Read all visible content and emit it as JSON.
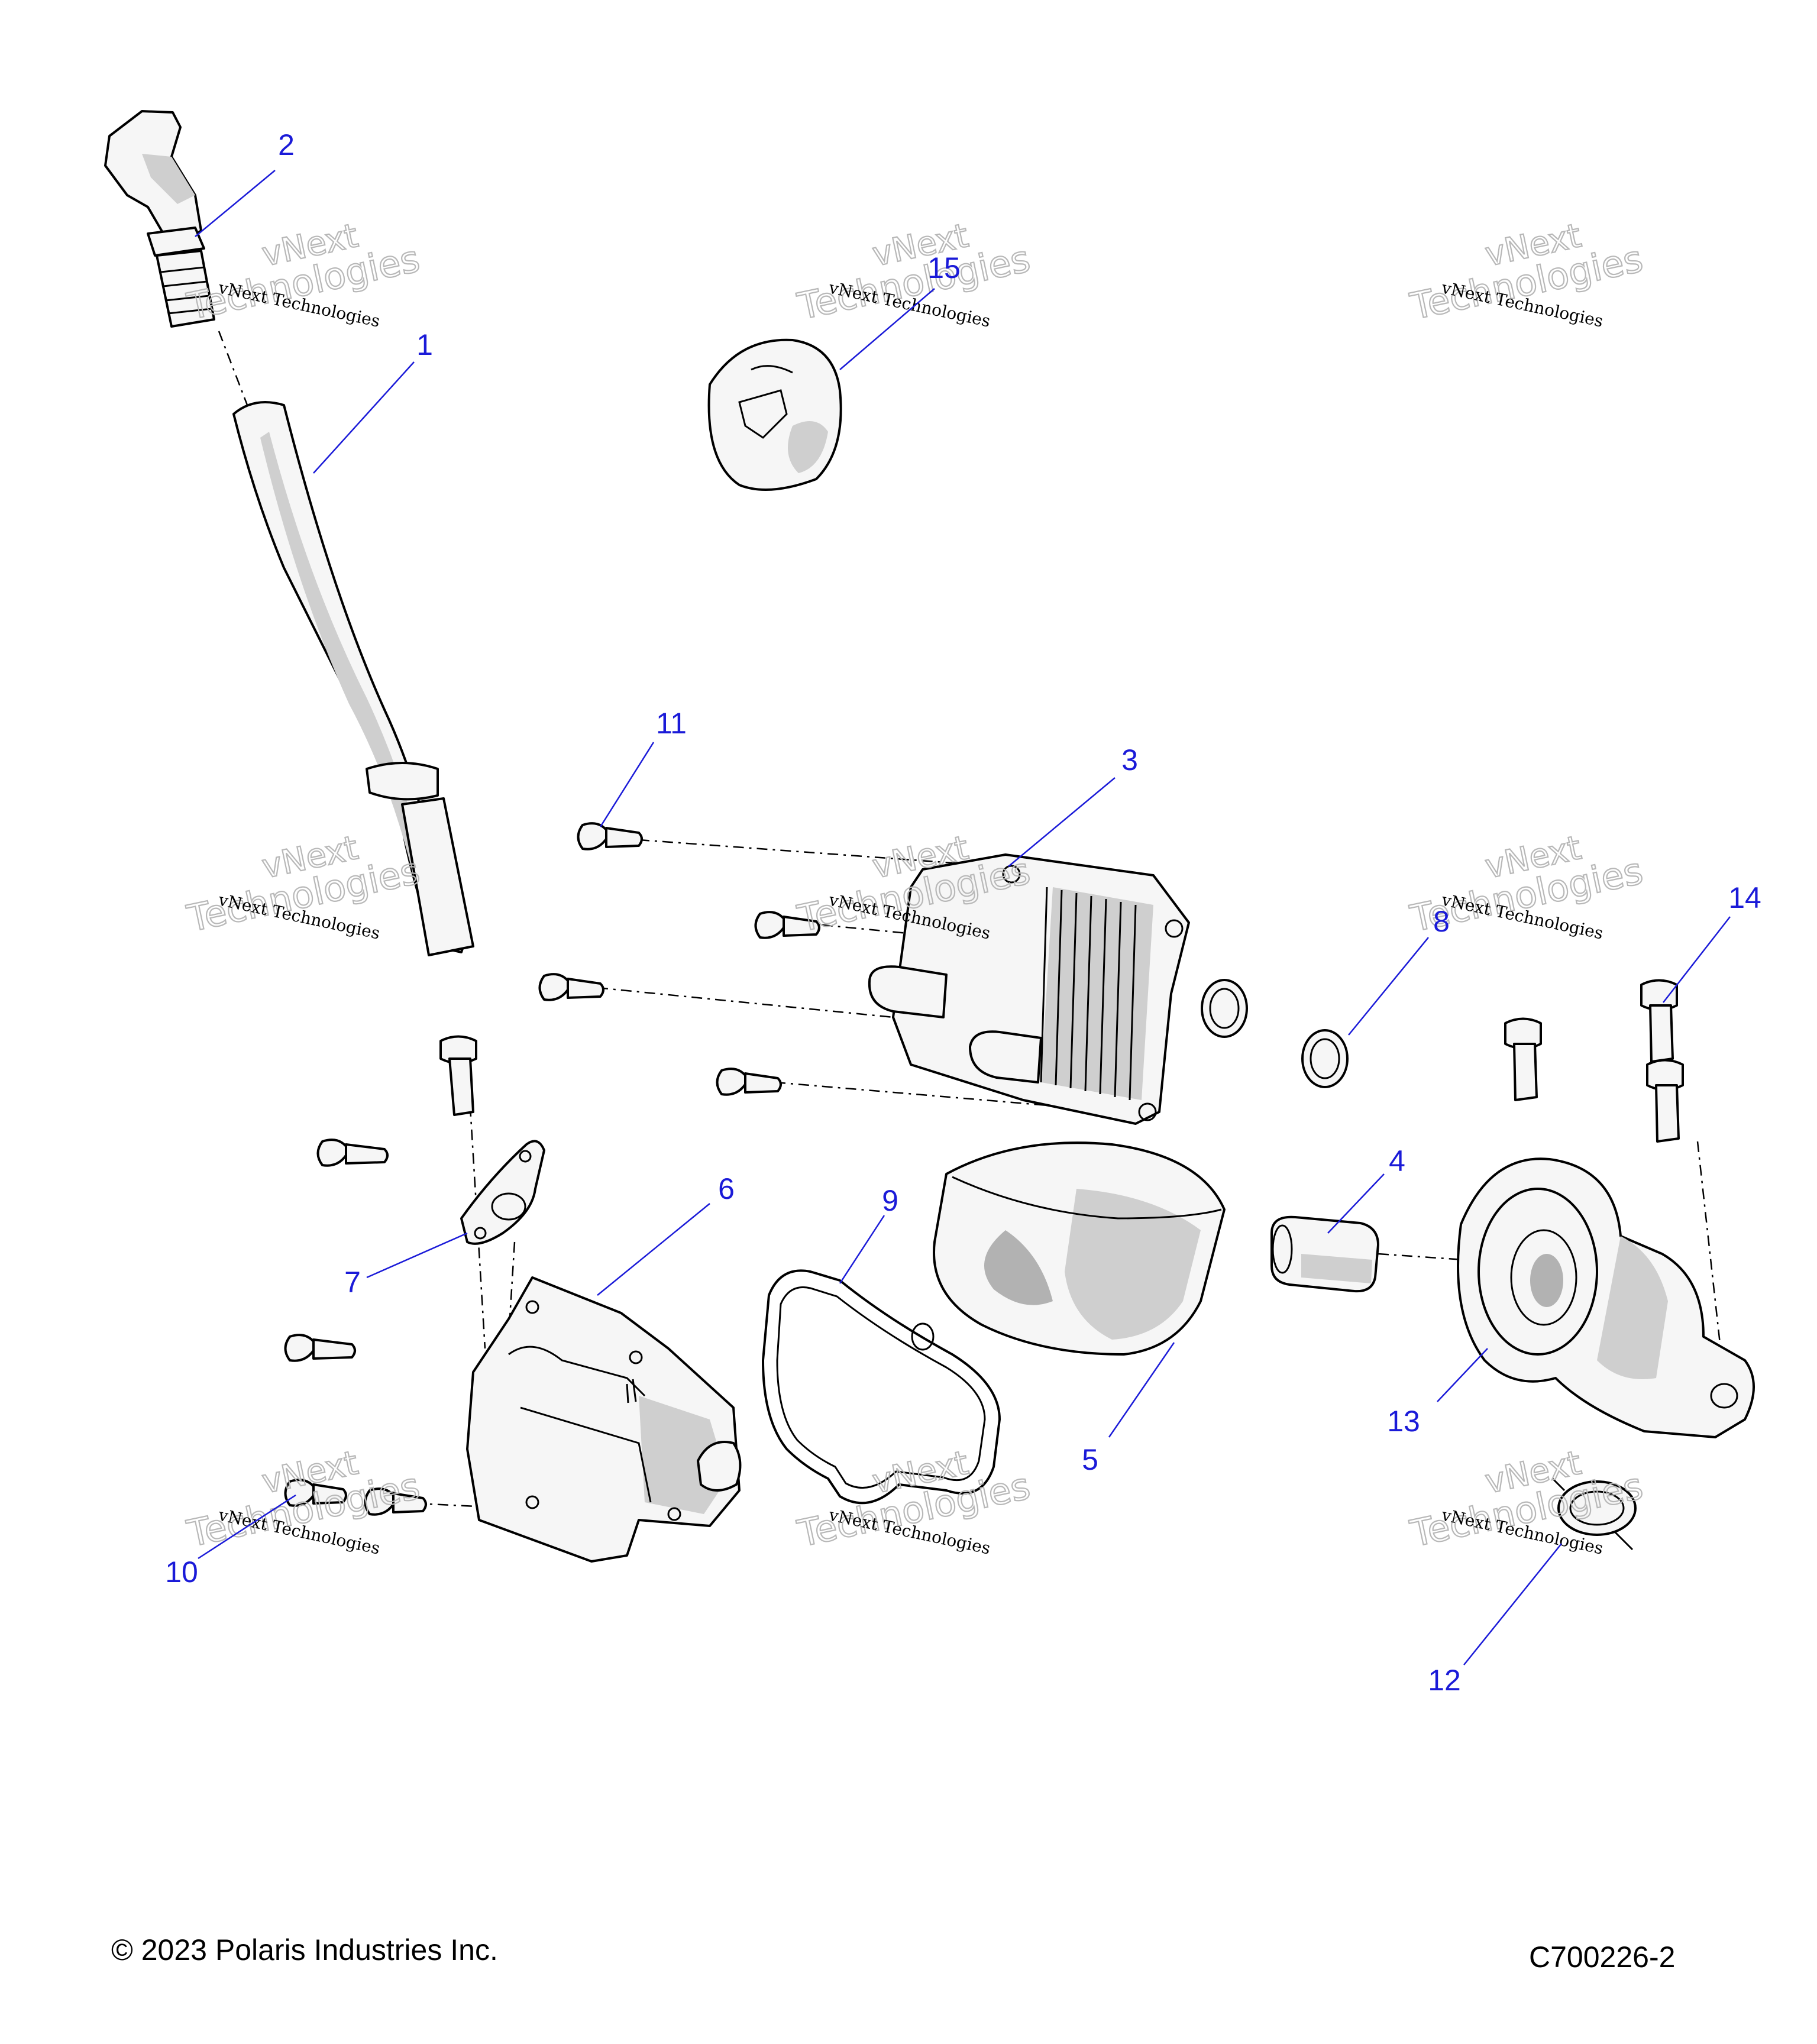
{
  "colors": {
    "callout": "#1a1ad8",
    "line": "#000000",
    "watermark": "#b8b8b8"
  },
  "callouts": [
    {
      "id": "1",
      "label": "1"
    },
    {
      "id": "2",
      "label": "2"
    },
    {
      "id": "3",
      "label": "3"
    },
    {
      "id": "4",
      "label": "4"
    },
    {
      "id": "5",
      "label": "5"
    },
    {
      "id": "6",
      "label": "6"
    },
    {
      "id": "7",
      "label": "7"
    },
    {
      "id": "8",
      "label": "8"
    },
    {
      "id": "9",
      "label": "9"
    },
    {
      "id": "10",
      "label": "10"
    },
    {
      "id": "11",
      "label": "11"
    },
    {
      "id": "12",
      "label": "12"
    },
    {
      "id": "13",
      "label": "13"
    },
    {
      "id": "14",
      "label": "14"
    },
    {
      "id": "15",
      "label": "15"
    }
  ],
  "watermark": {
    "line1": "vNext Technologies",
    "line2a": "vNext",
    "line2b": "Technologies"
  },
  "footer": {
    "copyright": "© 2023 Polaris Industries Inc.",
    "figure_id": "C700226-2"
  }
}
